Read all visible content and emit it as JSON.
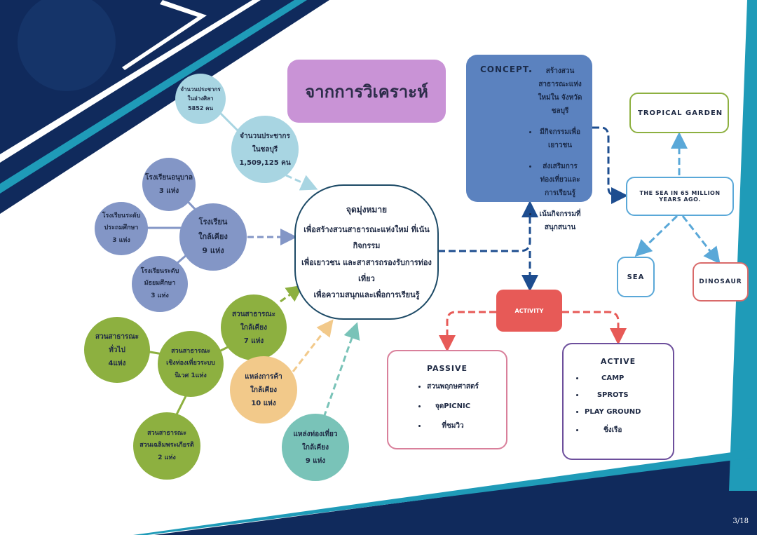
{
  "colors": {
    "navy": "#102a5c",
    "teal": "#1f9bb8",
    "lightblue_circle": "#a8d5e2",
    "periwinkle": "#8396c6",
    "green": "#8db040",
    "peach": "#f2c98a",
    "teal_circle": "#79c3b8",
    "title_box": "#c993d6",
    "concept_box": "#5b82bf",
    "activity_box": "#e75a57",
    "passive_border": "#d9809b",
    "active_border": "#6d4f9c",
    "tropical_border": "#8db040",
    "sea_border": "#5aa8d8",
    "dinosaur_border": "#d96a6a"
  },
  "title": "จากการวิเคราะห์",
  "population": {
    "local": {
      "lines": [
        "จำนวนประชากร",
        "ในอ่างศิลา",
        "5852 คน"
      ]
    },
    "province": {
      "lines": [
        "จำนวนประชากร",
        "ในชลบุรี",
        "1,509,125 คน"
      ]
    }
  },
  "schools": {
    "main": {
      "lines": [
        "โรงเรียน",
        "ใกล้เคียง",
        "9 แห่ง"
      ]
    },
    "kindergarten": {
      "lines": [
        "โรงเรียนอนุบาล",
        "3 แห่ง"
      ]
    },
    "primary": {
      "lines": [
        "โรงเรียนระดับ",
        "ประถมศึกษา",
        "3 แห่ง"
      ]
    },
    "secondary": {
      "lines": [
        "โรงเรียนระดับ",
        "มัธยมศึกษา",
        "3 แห่ง"
      ]
    }
  },
  "parks": {
    "nearby": {
      "lines": [
        "สวนสาธารณะ",
        "ใกล้เคียง",
        "7 แห่ง"
      ]
    },
    "general": {
      "lines": [
        "สวนสาธารณะ",
        "ทั่วไป",
        "4แห่ง"
      ]
    },
    "eco": {
      "lines": [
        "สวนสาธารณะ",
        "เชิงท่องเที่ยวระบบ",
        "นิเวศ 1แห่ง"
      ]
    },
    "royal": {
      "lines": [
        "สวนสาธารณะ",
        "สวนเฉลิมพระเกียรติ",
        "2 แห่ง"
      ]
    }
  },
  "shops": {
    "lines": [
      "แหล่งการค้า",
      "ใกล้เคียง",
      "10 แห่ง"
    ]
  },
  "tourism": {
    "lines": [
      "แหล่งท่องเที่ยว",
      "ใกล้เคียง",
      "9 แห่ง"
    ]
  },
  "objective": {
    "heading": "จุดมุ่งหมาย",
    "lines": [
      "เพื่อสร้างสวนสาธารณะแห่งใหม่ ที่เน้นกิจกรรม",
      "เพื่อเยาวชน และสาสารถรองรับการท่องเที่ยว",
      "เพื่อความสนุกและเพื่อการเรียนรู้"
    ]
  },
  "concept": {
    "heading": "CONCEPT",
    "items": [
      "สร้างสวนสาธารณะแห่งใหม่ใน จังหวัดชลบุรี",
      "มีกิจกรรมเพื่อเยาวชน",
      "ส่งเสริมการท่องเที่ยวและการเรียนรู้",
      "เน้นกิจกรรมที่สนุกสนาน"
    ]
  },
  "activity": {
    "label": "ACTIVITY"
  },
  "passive": {
    "heading": "PASSIVE",
    "items": [
      "สวนพฤกษศาสตร์",
      "จุดPICNIC",
      "ที่ชมวิว"
    ]
  },
  "active": {
    "heading": "ACTIVE",
    "items": [
      "CAMP",
      "SPROTS",
      "PLAY GROUND",
      "ชิ่งเรือ"
    ]
  },
  "themes": {
    "tropical": "TROPICAL GARDEN",
    "main": "THE SEA IN 65 MILLION YEARS AGO.",
    "sea": "SEA",
    "dinosaur": "DINOSAUR"
  },
  "page": "3/18"
}
